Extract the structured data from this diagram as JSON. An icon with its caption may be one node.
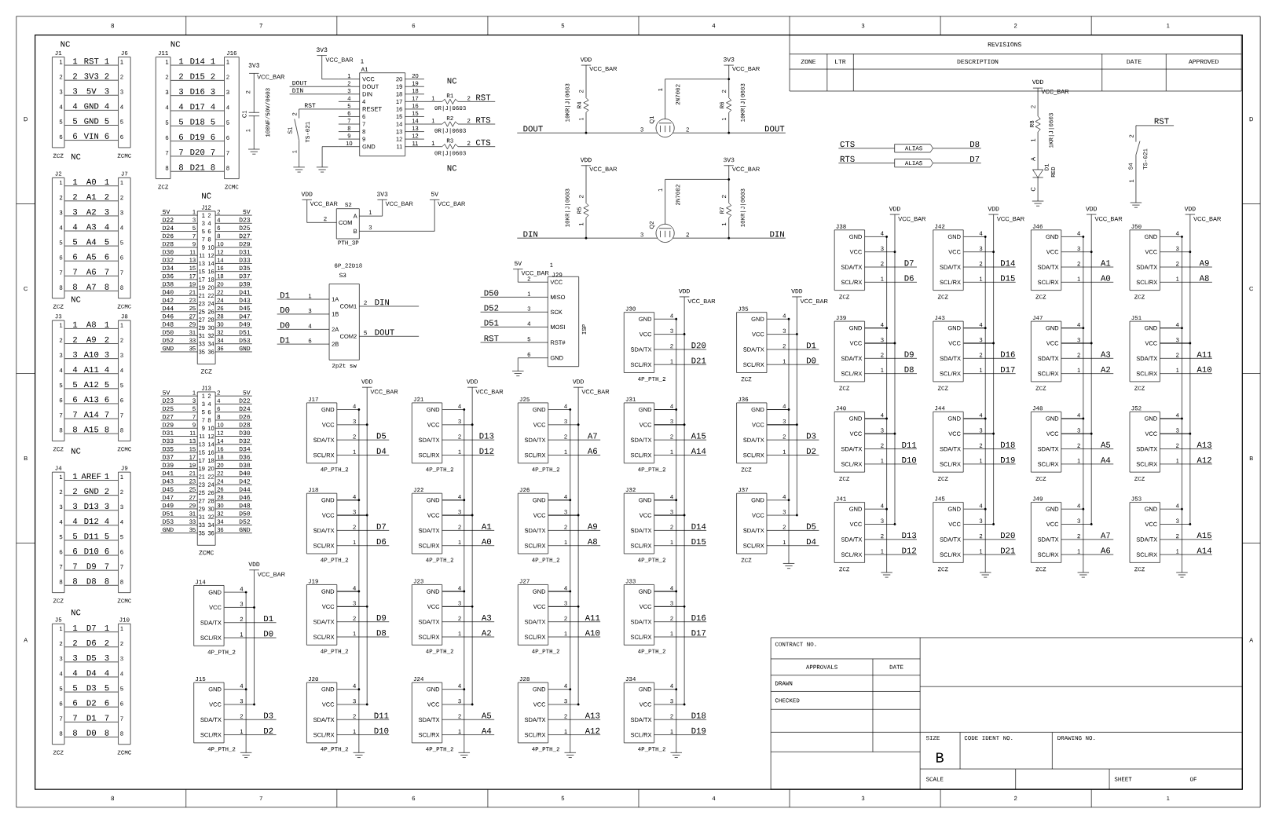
{
  "diagram": {
    "nodes": [
      {
        "text": [
          "1",
          "2",
          "3",
          "4",
          "5",
          "6"
        ],
        "beside": [
          "J1",
          "ZCZ",
          "1",
          "2",
          "3",
          "4",
          "5",
          "6"
        ]
      },
      {
        "text": [
          "1",
          "2",
          "3",
          "4",
          "5",
          "6"
        ],
        "beside": [
          "J6",
          "ZCMC",
          "1",
          "2",
          "3",
          "4",
          "5",
          "6"
        ]
      },
      {
        "text": [
          "1",
          "2",
          "3",
          "4",
          "5",
          "6",
          "7",
          "8"
        ],
        "beside": [
          "J11",
          "ZCZ",
          "1",
          "2",
          "3",
          "4",
          "5",
          "6",
          "7",
          "8"
        ]
      },
      {
        "text": [
          "1",
          "2",
          "3",
          "4",
          "5",
          "6",
          "7",
          "8"
        ],
        "beside": [
          "J16",
          "ZCMC",
          "1",
          "2",
          "3",
          "4",
          "5",
          "6",
          "7",
          "8"
        ]
      },
      {
        "text": [
          "1",
          "2",
          "3",
          "4",
          "5",
          "6",
          "7",
          "8"
        ],
        "beside": [
          "J2",
          "ZCZ",
          "1",
          "2",
          "3",
          "4",
          "5",
          "6",
          "7",
          "8"
        ]
      },
      {
        "text": [
          "1",
          "2",
          "3",
          "4",
          "5",
          "6",
          "7",
          "8"
        ],
        "beside": [
          "J7",
          "ZCMC",
          "1",
          "2",
          "3",
          "4",
          "5",
          "6",
          "7",
          "8"
        ]
      },
      {
        "text": [
          "1",
          "2",
          "3",
          "4",
          "5",
          "6",
          "7",
          "8"
        ],
        "beside": [
          "J3",
          "ZCZ",
          "1",
          "2",
          "3",
          "4",
          "5",
          "6",
          "7",
          "8"
        ]
      },
      {
        "text": [
          "1",
          "2",
          "3",
          "4",
          "5",
          "6",
          "7",
          "8"
        ],
        "beside": [
          "J8",
          "ZCMC",
          "1",
          "2",
          "3",
          "4",
          "5",
          "6",
          "7",
          "8"
        ]
      },
      {
        "text": [
          "1",
          "2",
          "3",
          "4",
          "5",
          "6",
          "7",
          "8"
        ],
        "beside": [
          "J4",
          "ZCZ",
          "1",
          "2",
          "3",
          "4",
          "5",
          "6",
          "7",
          "8"
        ]
      },
      {
        "text": [
          "1",
          "2",
          "3",
          "4",
          "5",
          "6",
          "7",
          "8"
        ],
        "beside": [
          "J9",
          "ZCMC",
          "1",
          "2",
          "3",
          "4",
          "5",
          "6",
          "7",
          "8"
        ]
      },
      {
        "text": [
          "1",
          "2",
          "3",
          "4",
          "5",
          "6",
          "7",
          "8"
        ],
        "beside": [
          "J5",
          "ZCZ",
          "1",
          "2",
          "3",
          "4",
          "5",
          "6",
          "7",
          "8"
        ]
      },
      {
        "text": [
          "1",
          "2",
          "3",
          "4",
          "5",
          "6",
          "7",
          "8"
        ],
        "beside": [
          "J10",
          "ZCMC",
          "1",
          "2",
          "3",
          "4",
          "5",
          "6",
          "7",
          "8"
        ]
      },
      {
        "text": [
          "1",
          "2",
          "3",
          "4",
          "5",
          "6",
          "7",
          "8",
          "9",
          "10",
          "11",
          "12",
          "13",
          "14",
          "15",
          "16",
          "17",
          "18",
          "19",
          "20",
          "21",
          "22",
          "23",
          "24",
          "25",
          "26",
          "27",
          "28",
          "29",
          "30",
          "31",
          "32",
          "33",
          "34",
          "35",
          "36"
        ],
        "beside": [
          "J12",
          "ZCZ",
          "1",
          "2",
          "3",
          "4",
          "5",
          "6",
          "7",
          "8",
          "9",
          "10",
          "11",
          "12",
          "13",
          "14",
          "15",
          "16",
          "17",
          "18",
          "19",
          "20",
          "21",
          "22",
          "23",
          "24",
          "25",
          "26",
          "27",
          "28",
          "29",
          "30",
          "31",
          "32",
          "33",
          "34",
          "35",
          "36",
          "5V",
          "D22",
          "D24",
          "D26",
          "D28",
          "D30",
          "D32",
          "D34",
          "D36",
          "D38",
          "D40",
          "D42",
          "D44",
          "D46",
          "D48",
          "D50",
          "D52",
          "GND",
          "5V",
          "D23",
          "D25",
          "D27",
          "D29",
          "D31",
          "D33",
          "D35",
          "D37",
          "D39",
          "D41",
          "D43",
          "D45",
          "D47",
          "D49",
          "D51",
          "D53",
          "GND"
        ]
      },
      {
        "text": [
          "1",
          "2",
          "3",
          "4",
          "5",
          "6",
          "7",
          "8",
          "9",
          "10",
          "11",
          "12",
          "13",
          "14",
          "15",
          "16",
          "17",
          "18",
          "19",
          "20",
          "21",
          "22",
          "23",
          "24",
          "25",
          "26",
          "27",
          "28",
          "29",
          "30",
          "31",
          "32",
          "33",
          "34",
          "35",
          "36"
        ],
        "beside": [
          "J13",
          "ZCMC",
          "1",
          "2",
          "3",
          "4",
          "5",
          "6",
          "7",
          "8",
          "9",
          "10",
          "11",
          "12",
          "13",
          "14",
          "15",
          "16",
          "17",
          "18",
          "19",
          "20",
          "21",
          "22",
          "23",
          "24",
          "25",
          "26",
          "27",
          "28",
          "29",
          "30",
          "31",
          "32",
          "33",
          "34",
          "35",
          "36",
          "5V",
          "D23",
          "D25",
          "D27",
          "D29",
          "D31",
          "D33",
          "D35",
          "D37",
          "D39",
          "D41",
          "D43",
          "D45",
          "D47",
          "D49",
          "D51",
          "D53",
          "GND",
          "5V",
          "D22",
          "D24",
          "D26",
          "D28",
          "D30",
          "D32",
          "D34",
          "D36",
          "D38",
          "D40",
          "D42",
          "D44",
          "D46",
          "D48",
          "D50",
          "D52",
          "GND"
        ]
      },
      {
        "text": [
          "VCC",
          "DOUT",
          "DIN",
          "4",
          "RESET",
          "6",
          "7",
          "8",
          "9",
          "GND",
          "20",
          "19",
          "18",
          "17",
          "16",
          "15",
          "14",
          "13",
          "12",
          "11"
        ],
        "beside": [
          "1",
          "A1",
          "1",
          "2",
          "3",
          "4",
          "5",
          "6",
          "7",
          "8",
          "9",
          "10",
          "20",
          "19",
          "18",
          "17",
          "16",
          "15",
          "14",
          "13",
          "12",
          "11",
          "3V3",
          "VCC_BAR",
          "DOUT",
          "DIN",
          "RST"
        ]
      },
      {
        "text": [
          "COM",
          "A",
          "B"
        ],
        "beside": [
          "S2",
          "PTH_3P",
          "2",
          "1",
          "3",
          "VDD",
          "VCC_BAR",
          "3V3",
          "VCC_BAR",
          "5V",
          "VCC_BAR"
        ]
      },
      {
        "text": [
          "1A",
          "1B",
          "2A",
          "2B",
          "COM1",
          "COM2"
        ],
        "beside": [
          "6P_22D18",
          "S3",
          "2p2t sw",
          "1",
          "3",
          "4",
          "6",
          "2",
          "5",
          "D1",
          "D0",
          "D0",
          "D1",
          "DIN",
          "DOUT"
        ]
      },
      {
        "text": [
          "VCC",
          "MISO",
          "SCK",
          "MOSI",
          "RST#",
          "GND"
        ],
        "beside": [
          "1",
          "J29",
          "ISP",
          "2",
          "1",
          "3",
          "4",
          "5",
          "6",
          "5V",
          "VCC_BAR",
          "D50",
          "D52",
          "D51",
          "RST"
        ]
      },
      {
        "text": [
          "CTS"
        ]
      },
      {
        "text": [
          "ALIAS"
        ]
      },
      {
        "text": [
          "D8"
        ]
      },
      {
        "text": [
          "RTS"
        ]
      },
      {
        "text": [
          "ALIAS"
        ]
      },
      {
        "text": [
          "D7"
        ]
      },
      {
        "text": [
          "GND",
          "VCC",
          "SDA/TX",
          "SCL/RX"
        ],
        "beside": [
          "J14",
          "4P_PTH_2",
          "4",
          "3",
          "2",
          "1",
          "D1",
          "D0",
          "VDD",
          "VCC_BAR"
        ]
      },
      {
        "text": [
          "GND",
          "VCC",
          "SDA/TX",
          "SCL/RX"
        ],
        "beside": [
          "J15",
          "4P_PTH_2",
          "4",
          "3",
          "2",
          "1",
          "D3",
          "D2"
        ]
      },
      {
        "text": [
          "GND",
          "VCC",
          "SDA/TX",
          "SCL/RX"
        ],
        "beside": [
          "J17",
          "4P_PTH_2",
          "4",
          "3",
          "2",
          "1",
          "D5",
          "D4",
          "VDD",
          "VCC_BAR"
        ]
      },
      {
        "text": [
          "GND",
          "VCC",
          "SDA/TX",
          "SCL/RX"
        ],
        "beside": [
          "J18",
          "4P_PTH_2",
          "4",
          "3",
          "2",
          "1",
          "D7",
          "D6"
        ]
      },
      {
        "text": [
          "GND",
          "VCC",
          "SDA/TX",
          "SCL/RX"
        ],
        "beside": [
          "J19",
          "4P_PTH_2",
          "4",
          "3",
          "2",
          "1",
          "D9",
          "D8"
        ]
      },
      {
        "text": [
          "GND",
          "VCC",
          "SDA/TX",
          "SCL/RX"
        ],
        "beside": [
          "J20",
          "4P_PTH_2",
          "4",
          "3",
          "2",
          "1",
          "D11",
          "D10"
        ]
      },
      {
        "text": [
          "GND",
          "VCC",
          "SDA/TX",
          "SCL/RX"
        ],
        "beside": [
          "J21",
          "4P_PTH_2",
          "4",
          "3",
          "2",
          "1",
          "D13",
          "D12",
          "VDD",
          "VCC_BAR"
        ]
      },
      {
        "text": [
          "GND",
          "VCC",
          "SDA/TX",
          "SCL/RX"
        ],
        "beside": [
          "J22",
          "4P_PTH_2",
          "4",
          "3",
          "2",
          "1",
          "A1",
          "A0"
        ]
      },
      {
        "text": [
          "GND",
          "VCC",
          "SDA/TX",
          "SCL/RX"
        ],
        "beside": [
          "J23",
          "4P_PTH_2",
          "4",
          "3",
          "2",
          "1",
          "A3",
          "A2"
        ]
      },
      {
        "text": [
          "GND",
          "VCC",
          "SDA/TX",
          "SCL/RX"
        ],
        "beside": [
          "J24",
          "4P_PTH_2",
          "4",
          "3",
          "2",
          "1",
          "A5",
          "A4"
        ]
      },
      {
        "text": [
          "GND",
          "VCC",
          "SDA/TX",
          "SCL/RX"
        ],
        "beside": [
          "J25",
          "4P_PTH_2",
          "4",
          "3",
          "2",
          "1",
          "A7",
          "A6",
          "VDD",
          "VCC_BAR"
        ]
      },
      {
        "text": [
          "GND",
          "VCC",
          "SDA/TX",
          "SCL/RX"
        ],
        "beside": [
          "J26",
          "4P_PTH_2",
          "4",
          "3",
          "2",
          "1",
          "A9",
          "A8"
        ]
      },
      {
        "text": [
          "GND",
          "VCC",
          "SDA/TX",
          "SCL/RX"
        ],
        "beside": [
          "J27",
          "4P_PTH_2",
          "4",
          "3",
          "2",
          "1",
          "A11",
          "A10"
        ]
      },
      {
        "text": [
          "GND",
          "VCC",
          "SDA/TX",
          "SCL/RX"
        ],
        "beside": [
          "J28",
          "4P_PTH_2",
          "4",
          "3",
          "2",
          "1",
          "A13",
          "A12"
        ]
      },
      {
        "text": [
          "GND",
          "VCC",
          "SDA/TX",
          "SCL/RX"
        ],
        "beside": [
          "J30",
          "4P_PTH_2",
          "4",
          "3",
          "2",
          "1",
          "D20",
          "D21",
          "VDD",
          "VCC_BAR"
        ]
      },
      {
        "text": [
          "GND",
          "VCC",
          "SDA/TX",
          "SCL/RX"
        ],
        "beside": [
          "J31",
          "4P_PTH_2",
          "4",
          "3",
          "2",
          "1",
          "A15",
          "A14"
        ]
      },
      {
        "text": [
          "GND",
          "VCC",
          "SDA/TX",
          "SCL/RX"
        ],
        "beside": [
          "J32",
          "4P_PTH_2",
          "4",
          "3",
          "2",
          "1",
          "D14",
          "D15"
        ]
      },
      {
        "text": [
          "GND",
          "VCC",
          "SDA/TX",
          "SCL/RX"
        ],
        "beside": [
          "J33",
          "4P_PTH_2",
          "4",
          "3",
          "2",
          "1",
          "D16",
          "D17"
        ]
      },
      {
        "text": [
          "GND",
          "VCC",
          "SDA/TX",
          "SCL/RX"
        ],
        "beside": [
          "J34",
          "4P_PTH_2",
          "4",
          "3",
          "2",
          "1",
          "D18",
          "D19"
        ]
      },
      {
        "text": [
          "GND",
          "VCC",
          "SDA/TX",
          "SCL/RX"
        ],
        "beside": [
          "J35",
          "ZCZ",
          "4",
          "3",
          "2",
          "1",
          "D1",
          "D0",
          "VDD",
          "VCC_BAR"
        ]
      },
      {
        "text": [
          "GND",
          "VCC",
          "SDA/TX",
          "SCL/RX"
        ],
        "beside": [
          "J36",
          "ZCZ",
          "4",
          "3",
          "2",
          "1",
          "D3",
          "D2"
        ]
      },
      {
        "text": [
          "GND",
          "VCC",
          "SDA/TX",
          "SCL/RX"
        ],
        "beside": [
          "J37",
          "ZCZ",
          "4",
          "3",
          "2",
          "1",
          "D5",
          "D4"
        ]
      },
      {
        "text": [
          "GND",
          "VCC",
          "SDA/TX",
          "SCL/RX"
        ],
        "beside": [
          "J38",
          "ZCZ",
          "4",
          "3",
          "2",
          "1",
          "D7",
          "D6",
          "VDD",
          "VCC_BAR"
        ]
      },
      {
        "text": [
          "GND",
          "VCC",
          "SDA/TX",
          "SCL/RX"
        ],
        "beside": [
          "J39",
          "ZCZ",
          "4",
          "3",
          "2",
          "1",
          "D9",
          "D8"
        ]
      },
      {
        "text": [
          "GND",
          "VCC",
          "SDA/TX",
          "SCL/RX"
        ],
        "beside": [
          "J40",
          "ZCZ",
          "4",
          "3",
          "2",
          "1",
          "D11",
          "D10"
        ]
      },
      {
        "text": [
          "GND",
          "VCC",
          "SDA/TX",
          "SCL/RX"
        ],
        "beside": [
          "J41",
          "ZCZ",
          "4",
          "3",
          "2",
          "1",
          "D13",
          "D12"
        ]
      },
      {
        "text": [
          "GND",
          "VCC",
          "SDA/TX",
          "SCL/RX"
        ],
        "beside": [
          "J42",
          "ZCZ",
          "4",
          "3",
          "2",
          "1",
          "D14",
          "D15",
          "VDD",
          "VCC_BAR"
        ]
      },
      {
        "text": [
          "GND",
          "VCC",
          "SDA/TX",
          "SCL/RX"
        ],
        "beside": [
          "J43",
          "ZCZ",
          "4",
          "3",
          "2",
          "1",
          "D16",
          "D17"
        ]
      },
      {
        "text": [
          "GND",
          "VCC",
          "SDA/TX",
          "SCL/RX"
        ],
        "beside": [
          "J44",
          "ZCZ",
          "4",
          "3",
          "2",
          "1",
          "D18",
          "D19"
        ]
      },
      {
        "text": [
          "GND",
          "VCC",
          "SDA/TX",
          "SCL/RX"
        ],
        "beside": [
          "J45",
          "ZCZ",
          "4",
          "3",
          "2",
          "1",
          "D20",
          "D21"
        ]
      },
      {
        "text": [
          "GND",
          "VCC",
          "SDA/TX",
          "SCL/RX"
        ],
        "beside": [
          "J46",
          "ZCZ",
          "4",
          "3",
          "2",
          "1",
          "A1",
          "A0",
          "VDD",
          "VCC_BAR"
        ]
      },
      {
        "text": [
          "GND",
          "VCC",
          "SDA/TX",
          "SCL/RX"
        ],
        "beside": [
          "J47",
          "ZCZ",
          "4",
          "3",
          "2",
          "1",
          "A3",
          "A2"
        ]
      },
      {
        "text": [
          "GND",
          "VCC",
          "SDA/TX",
          "SCL/RX"
        ],
        "beside": [
          "J48",
          "ZCZ",
          "4",
          "3",
          "2",
          "1",
          "A5",
          "A4"
        ]
      },
      {
        "text": [
          "GND",
          "VCC",
          "SDA/TX",
          "SCL/RX"
        ],
        "beside": [
          "J49",
          "ZCZ",
          "4",
          "3",
          "2",
          "1",
          "A7",
          "A6"
        ]
      },
      {
        "text": [
          "GND",
          "VCC",
          "SDA/TX",
          "SCL/RX"
        ],
        "beside": [
          "J50",
          "ZCZ",
          "4",
          "3",
          "2",
          "1",
          "A9",
          "A8",
          "VDD",
          "VCC_BAR"
        ]
      },
      {
        "text": [
          "GND",
          "VCC",
          "SDA/TX",
          "SCL/RX"
        ],
        "beside": [
          "J51",
          "ZCZ",
          "4",
          "3",
          "2",
          "1",
          "A11",
          "A10"
        ]
      },
      {
        "text": [
          "GND",
          "VCC",
          "SDA/TX",
          "SCL/RX"
        ],
        "beside": [
          "J52",
          "ZCZ",
          "4",
          "3",
          "2",
          "1",
          "A13",
          "A12"
        ]
      },
      {
        "text": [
          "GND",
          "VCC",
          "SDA/TX",
          "SCL/RX"
        ],
        "beside": [
          "J53",
          "ZCZ",
          "4",
          "3",
          "2",
          "1",
          "A15",
          "A14"
        ]
      }
    ],
    "edges": [
      {
        "from": 0,
        "to": 1,
        "arrow": "none",
        "label": "RST"
      },
      {
        "from": 0,
        "to": 1,
        "arrow": "none",
        "label": "3V3"
      },
      {
        "from": 0,
        "to": 1,
        "arrow": "none",
        "label": "5V"
      },
      {
        "from": 0,
        "to": 1,
        "arrow": "none",
        "label": "GND"
      },
      {
        "from": 0,
        "to": 1,
        "arrow": "none",
        "label": "GND"
      },
      {
        "from": 0,
        "to": 1,
        "arrow": "none",
        "label": "VIN"
      },
      {
        "from": 2,
        "to": 3,
        "arrow": "none",
        "label": "D14"
      },
      {
        "from": 2,
        "to": 3,
        "arrow": "none",
        "label": "D15"
      },
      {
        "from": 2,
        "to": 3,
        "arrow": "none",
        "label": "D16"
      },
      {
        "from": 2,
        "to": 3,
        "arrow": "none",
        "label": "D17"
      },
      {
        "from": 2,
        "to": 3,
        "arrow": "none",
        "label": "D18"
      },
      {
        "from": 2,
        "to": 3,
        "arrow": "none",
        "label": "D19"
      },
      {
        "from": 2,
        "to": 3,
        "arrow": "none",
        "label": "D20"
      },
      {
        "from": 2,
        "to": 3,
        "arrow": "none",
        "label": "D21"
      },
      {
        "from": 4,
        "to": 5,
        "arrow": "none",
        "label": "A0"
      },
      {
        "from": 4,
        "to": 5,
        "arrow": "none",
        "label": "A1"
      },
      {
        "from": 4,
        "to": 5,
        "arrow": "none",
        "label": "A2"
      },
      {
        "from": 4,
        "to": 5,
        "arrow": "none",
        "label": "A3"
      },
      {
        "from": 4,
        "to": 5,
        "arrow": "none",
        "label": "A4"
      },
      {
        "from": 4,
        "to": 5,
        "arrow": "none",
        "label": "A5"
      },
      {
        "from": 4,
        "to": 5,
        "arrow": "none",
        "label": "A6"
      },
      {
        "from": 4,
        "to": 5,
        "arrow": "none",
        "label": "A7"
      },
      {
        "from": 6,
        "to": 7,
        "arrow": "none",
        "label": "A8"
      },
      {
        "from": 6,
        "to": 7,
        "arrow": "none",
        "label": "A9"
      },
      {
        "from": 6,
        "to": 7,
        "arrow": "none",
        "label": "A10"
      },
      {
        "from": 6,
        "to": 7,
        "arrow": "none",
        "label": "A11"
      },
      {
        "from": 6,
        "to": 7,
        "arrow": "none",
        "label": "A12"
      },
      {
        "from": 6,
        "to": 7,
        "arrow": "none",
        "label": "A13"
      },
      {
        "from": 6,
        "to": 7,
        "arrow": "none",
        "label": "A14"
      },
      {
        "from": 6,
        "to": 7,
        "arrow": "none",
        "label": "A15"
      },
      {
        "from": 8,
        "to": 9,
        "arrow": "none",
        "label": "AREF"
      },
      {
        "from": 8,
        "to": 9,
        "arrow": "none",
        "label": "GND"
      },
      {
        "from": 8,
        "to": 9,
        "arrow": "none",
        "label": "D13"
      },
      {
        "from": 8,
        "to": 9,
        "arrow": "none",
        "label": "D12"
      },
      {
        "from": 8,
        "to": 9,
        "arrow": "none",
        "label": "D11"
      },
      {
        "from": 8,
        "to": 9,
        "arrow": "none",
        "label": "D10"
      },
      {
        "from": 8,
        "to": 9,
        "arrow": "none",
        "label": "D9"
      },
      {
        "from": 8,
        "to": 9,
        "arrow": "none",
        "label": "D8"
      },
      {
        "from": 10,
        "to": 11,
        "arrow": "none",
        "label": "D7"
      },
      {
        "from": 10,
        "to": 11,
        "arrow": "none",
        "label": "D6"
      },
      {
        "from": 10,
        "to": 11,
        "arrow": "none",
        "label": "D5"
      },
      {
        "from": 10,
        "to": 11,
        "arrow": "none",
        "label": "D4"
      },
      {
        "from": 10,
        "to": 11,
        "arrow": "none",
        "label": "D3"
      },
      {
        "from": 10,
        "to": 11,
        "arrow": "none",
        "label": "D2"
      },
      {
        "from": 10,
        "to": 11,
        "arrow": "none",
        "label": "D1"
      },
      {
        "from": 10,
        "to": 11,
        "arrow": "none",
        "label": "D0"
      },
      {
        "from": 18,
        "to": 19,
        "arrow": "none"
      },
      {
        "from": 19,
        "to": 20,
        "arrow": "none"
      },
      {
        "from": 21,
        "to": 22,
        "arrow": "none"
      },
      {
        "from": 22,
        "to": 23,
        "arrow": "none"
      },
      {
        "from": 24,
        "to": 25,
        "arrow": "none"
      },
      {
        "from": 24,
        "to": 25,
        "arrow": "none"
      },
      {
        "from": 26,
        "to": 27,
        "arrow": "none"
      },
      {
        "from": 26,
        "to": 27,
        "arrow": "none"
      },
      {
        "from": 27,
        "to": 28,
        "arrow": "none"
      },
      {
        "from": 27,
        "to": 28,
        "arrow": "none"
      },
      {
        "from": 28,
        "to": 29,
        "arrow": "none"
      },
      {
        "from": 28,
        "to": 29,
        "arrow": "none"
      },
      {
        "from": 30,
        "to": 31,
        "arrow": "none"
      },
      {
        "from": 30,
        "to": 31,
        "arrow": "none"
      },
      {
        "from": 31,
        "to": 32,
        "arrow": "none"
      },
      {
        "from": 31,
        "to": 32,
        "arrow": "none"
      },
      {
        "from": 32,
        "to": 33,
        "arrow": "none"
      },
      {
        "from": 32,
        "to": 33,
        "arrow": "none"
      },
      {
        "from": 34,
        "to": 35,
        "arrow": "none"
      },
      {
        "from": 34,
        "to": 35,
        "arrow": "none"
      },
      {
        "from": 35,
        "to": 36,
        "arrow": "none"
      },
      {
        "from": 35,
        "to": 36,
        "arrow": "none"
      },
      {
        "from": 36,
        "to": 37,
        "arrow": "none"
      },
      {
        "from": 36,
        "to": 37,
        "arrow": "none"
      },
      {
        "from": 38,
        "to": 39,
        "arrow": "none"
      },
      {
        "from": 38,
        "to": 39,
        "arrow": "none"
      },
      {
        "from": 39,
        "to": 40,
        "arrow": "none"
      },
      {
        "from": 39,
        "to": 40,
        "arrow": "none"
      },
      {
        "from": 40,
        "to": 41,
        "arrow": "none"
      },
      {
        "from": 40,
        "to": 41,
        "arrow": "none"
      },
      {
        "from": 41,
        "to": 42,
        "arrow": "none"
      },
      {
        "from": 41,
        "to": 42,
        "arrow": "none"
      },
      {
        "from": 43,
        "to": 44,
        "arrow": "none"
      },
      {
        "from": 43,
        "to": 44,
        "arrow": "none"
      },
      {
        "from": 44,
        "to": 45,
        "arrow": "none"
      },
      {
        "from": 44,
        "to": 45,
        "arrow": "none"
      },
      {
        "from": 46,
        "to": 47,
        "arrow": "none"
      },
      {
        "from": 46,
        "to": 47,
        "arrow": "none"
      },
      {
        "from": 47,
        "to": 48,
        "arrow": "none"
      },
      {
        "from": 47,
        "to": 48,
        "arrow": "none"
      },
      {
        "from": 48,
        "to": 49,
        "arrow": "none"
      },
      {
        "from": 48,
        "to": 49,
        "arrow": "none"
      },
      {
        "from": 50,
        "to": 51,
        "arrow": "none"
      },
      {
        "from": 50,
        "to": 51,
        "arrow": "none"
      },
      {
        "from": 51,
        "to": 52,
        "arrow": "none"
      },
      {
        "from": 51,
        "to": 52,
        "arrow": "none"
      },
      {
        "from": 52,
        "to": 53,
        "arrow": "none"
      },
      {
        "from": 52,
        "to": 53,
        "arrow": "none"
      },
      {
        "from": 54,
        "to": 55,
        "arrow": "none"
      },
      {
        "from": 54,
        "to": 55,
        "arrow": "none"
      },
      {
        "from": 55,
        "to": 56,
        "arrow": "none"
      },
      {
        "from": 55,
        "to": 56,
        "arrow": "none"
      },
      {
        "from": 56,
        "to": 57,
        "arrow": "none"
      },
      {
        "from": 56,
        "to": 57,
        "arrow": "none"
      },
      {
        "from": 58,
        "to": 59,
        "arrow": "none"
      },
      {
        "from": 58,
        "to": 59,
        "arrow": "none"
      },
      {
        "from": 59,
        "to": 60,
        "arrow": "none"
      },
      {
        "from": 59,
        "to": 60,
        "arrow": "none"
      },
      {
        "from": 60,
        "to": 61,
        "arrow": "none"
      },
      {
        "from": 60,
        "to": 61,
        "arrow": "none"
      }
    ],
    "labels": [
      "8",
      "7",
      "6",
      "5",
      "4",
      "3",
      "2",
      "1",
      "8",
      "7",
      "6",
      "5",
      "4",
      "3",
      "2",
      "1",
      "D",
      "C",
      "B",
      "A",
      "D",
      "C",
      "B",
      "A",
      "NC",
      "NC",
      "NC",
      "NC",
      "NC",
      "NC",
      "NC",
      "3V3",
      "VCC_BAR",
      "2",
      "C1",
      "1",
      "100NF/50V/0603",
      "2",
      "S1",
      "TS-021",
      "1",
      "NC",
      "1",
      "R1",
      "2",
      "RST",
      "0R|J|0603",
      "1",
      "R2",
      "2",
      "RTS",
      "0R|J|0603",
      "1",
      "R3",
      "2",
      "CTS",
      "0R|J|0603",
      "NC",
      "VDD",
      "VCC_BAR",
      "2",
      "R4",
      "1",
      "10KR|J|0603",
      "DOUT",
      "1",
      "Q1",
      "2N7002",
      "3",
      "2",
      "3V3",
      "VCC_BAR",
      "2",
      "R6",
      "1",
      "10KR|J|0603",
      "DOUT",
      "VDD",
      "VCC_BAR",
      "2",
      "R5",
      "1",
      "10KR|J|0603",
      "DIN",
      "1",
      "Q2",
      "2N7002",
      "3",
      "2",
      "3V3",
      "VCC_BAR",
      "2",
      "R7",
      "1",
      "10KR|J|0603",
      "DIN",
      "VDD",
      "VCC_BAR",
      "2",
      "R8",
      "1",
      "1KR|J|0603",
      "A",
      "D1",
      "RED",
      "C",
      "RST",
      "2",
      "S4",
      "1",
      "TS-021",
      "REVISIONS",
      "ZONE",
      "LTR",
      "DESCRIPTION",
      "DATE",
      "APPROVED",
      "CONTRACT NO.",
      "APPROVALS",
      "DATE",
      "DRAWN",
      "CHECKED",
      "SIZE",
      "B",
      "CODE IDENT NO.",
      "DRAWING NO.",
      "SCALE",
      "SHEET",
      "OF"
    ]
  }
}
